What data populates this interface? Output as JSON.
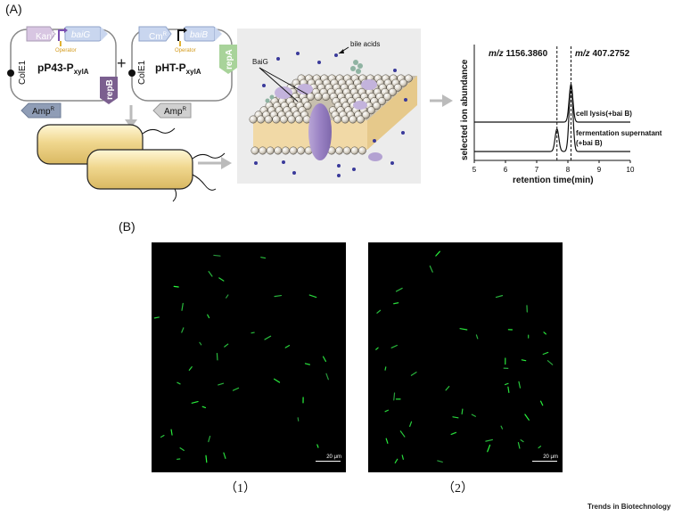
{
  "panel_a": {
    "label": "(A)",
    "plasmid1": {
      "name_main": "pP43-P",
      "name_sub": "xylA",
      "gene_kan": "Kan",
      "gene_kan_sup": "R",
      "operator": "Operator",
      "gene_bai": "baiG",
      "ori": "ColE1",
      "rep": "repB",
      "amp": "Amp",
      "amp_sup": "R"
    },
    "plus": "+",
    "plasmid2": {
      "name_main": "pHT-P",
      "name_sub": "xylA",
      "gene_cm": "Cm",
      "gene_cm_sup": "R",
      "operator": "Operator",
      "gene_bai": "baiB",
      "ori": "ColE1",
      "rep": "repA",
      "amp": "Amp",
      "amp_sup": "R"
    },
    "membrane": {
      "bile_acids": "bile acids",
      "protein": "BaiG"
    },
    "chromatogram": {
      "peak1_prefix": "m/z",
      "peak1_value": "1156.3860",
      "peak2_prefix": "m/z",
      "peak2_value": "407.2752",
      "trace1": "cell lysis(+bai B)",
      "trace2_line1": "fermentation supernatant",
      "trace2_line2": "(+bai B)",
      "ylabel": "selected ion abundance",
      "xlabel": "retention time(min)",
      "xticks": [
        "5",
        "6",
        "7",
        "8",
        "9",
        "10"
      ]
    }
  },
  "panel_b": {
    "label": "(B)",
    "image1": {
      "scale_bar": "20 μm",
      "caption": "（1）"
    },
    "image2": {
      "scale_bar": "20 μm",
      "caption": "（2）"
    }
  },
  "footer": {
    "journal": "Trends in Biotechnology"
  },
  "chart_data": {
    "type": "line",
    "x_range": [
      5,
      10
    ],
    "xticks": [
      5,
      6,
      7,
      8,
      9,
      10
    ],
    "peaks": [
      {
        "label": "m/z 1156.3860",
        "retention_time": 7.65
      },
      {
        "label": "m/z 407.2752",
        "retention_time": 8.1
      }
    ],
    "series": [
      {
        "name": "cell lysis(+bai B)",
        "peaks": [
          {
            "x": 8.1,
            "height": 1.0
          }
        ]
      },
      {
        "name": "fermentation supernatant (+bai B)",
        "peaks": [
          {
            "x": 7.65,
            "height": 0.6
          },
          {
            "x": 8.1,
            "height": 1.8
          }
        ]
      }
    ],
    "xlabel": "retention time(min)",
    "ylabel": "selected ion abundance"
  }
}
